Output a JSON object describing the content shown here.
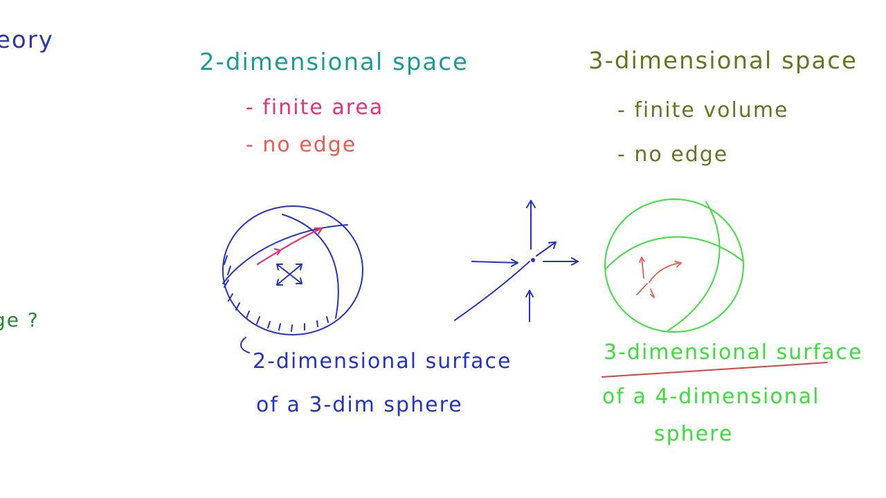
{
  "partial_left": {
    "top_word": "eory",
    "middle_word": "ge ?"
  },
  "left_column": {
    "heading": "2-dimensional space",
    "item1": "- finite area",
    "item2": "- no edge"
  },
  "right_column": {
    "heading": "3-dimensional space",
    "item1": "- finite volume",
    "item2": "- no edge"
  },
  "left_caption": {
    "line1": "2-dimensional surface",
    "line2": "of a 3-dim sphere"
  },
  "right_caption": {
    "line1": "3-dimensional surface",
    "line2": "of a 4-dimensional",
    "line3": "sphere"
  },
  "colors": {
    "teal": "#1a9a9a",
    "pink": "#e8307a",
    "salmon": "#ef5b4c",
    "olive": "#6b7322",
    "blue": "#2233cc",
    "green": "#3ae03a",
    "red_underline": "#e04040"
  }
}
